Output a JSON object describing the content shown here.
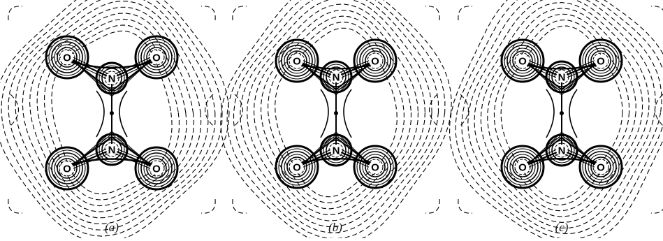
{
  "figure": {
    "panels": [
      {
        "caption": "(a)",
        "atoms": [
          {
            "symbol": "O"
          },
          {
            "symbol": "O"
          },
          {
            "symbol": "N"
          },
          {
            "symbol": "N"
          },
          {
            "symbol": "O"
          },
          {
            "symbol": "O"
          }
        ]
      },
      {
        "caption": "(b)",
        "atoms": [
          {
            "symbol": "O"
          },
          {
            "symbol": "O"
          },
          {
            "symbol": "N"
          },
          {
            "symbol": "N"
          },
          {
            "symbol": "O"
          },
          {
            "symbol": "O"
          }
        ]
      },
      {
        "caption": "(c)",
        "atoms": [
          {
            "symbol": "O"
          },
          {
            "symbol": "O"
          },
          {
            "symbol": "N"
          },
          {
            "symbol": "N"
          },
          {
            "symbol": "O"
          },
          {
            "symbol": "O"
          }
        ]
      }
    ],
    "colors": {
      "line": "#000000",
      "background": "#ffffff"
    }
  }
}
